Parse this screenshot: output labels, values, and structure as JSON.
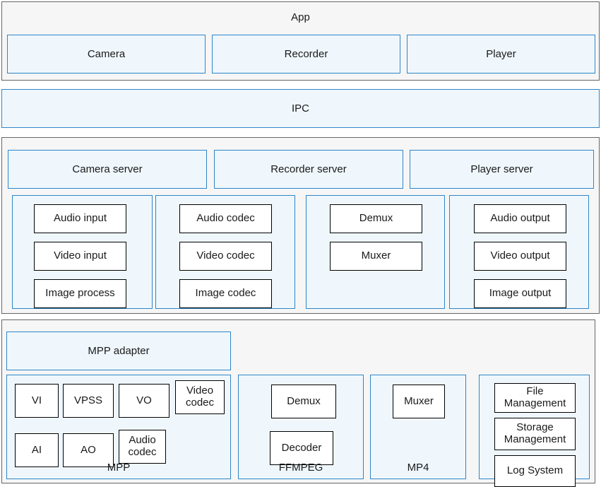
{
  "diagram": {
    "title": "App",
    "colors": {
      "section_bg": "#f6f6f6",
      "section_border": "#666666",
      "blue_fill": "#eff7fd",
      "blue_border": "#2e86c8",
      "white_fill": "#ffffff",
      "black_border": "#000000",
      "text": "#1a1a1a"
    },
    "app_layer": {
      "title": "App",
      "boxes": [
        {
          "label": "Camera"
        },
        {
          "label": "Recorder"
        },
        {
          "label": "Player"
        }
      ]
    },
    "ipc_layer": {
      "label": "IPC"
    },
    "server_layer": {
      "servers": [
        {
          "label": "Camera server"
        },
        {
          "label": "Recorder server"
        },
        {
          "label": "Player server"
        }
      ],
      "groups": [
        {
          "caption": "",
          "items": [
            {
              "label": "Audio input"
            },
            {
              "label": "Video input"
            },
            {
              "label": "Image process"
            }
          ]
        },
        {
          "caption": "",
          "items": [
            {
              "label": "Audio codec"
            },
            {
              "label": "Video codec"
            },
            {
              "label": "Image codec"
            }
          ]
        },
        {
          "caption": "",
          "items": [
            {
              "label": "Demux"
            },
            {
              "label": "Muxer"
            }
          ]
        },
        {
          "caption": "",
          "items": [
            {
              "label": "Audio output"
            },
            {
              "label": "Video output"
            },
            {
              "label": "Image output"
            }
          ]
        }
      ]
    },
    "platform_layer": {
      "adapter": {
        "label": "MPP adapter"
      },
      "mpp": {
        "caption": "MPP",
        "row1": [
          {
            "label": "VI"
          },
          {
            "label": "VPSS"
          },
          {
            "label": "VO"
          },
          {
            "label": "Video codec"
          }
        ],
        "row2": [
          {
            "label": "AI"
          },
          {
            "label": "AO"
          },
          {
            "label": "Audio codec"
          }
        ]
      },
      "ffmpeg": {
        "caption": "FFMPEG",
        "items": [
          {
            "label": "Demux"
          },
          {
            "label": "Decoder"
          }
        ]
      },
      "mp4": {
        "caption": "MP4",
        "items": [
          {
            "label": "Muxer"
          }
        ]
      },
      "system": {
        "caption": "",
        "items": [
          {
            "label": "File Management"
          },
          {
            "label": "Storage Management"
          },
          {
            "label": "Log System"
          }
        ]
      }
    }
  }
}
